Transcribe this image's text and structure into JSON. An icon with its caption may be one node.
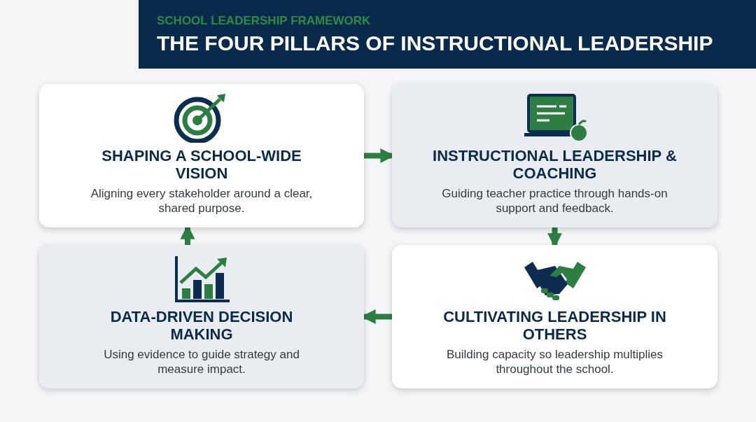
{
  "diagram": {
    "title": "THE FOUR PILLARS OF INSTRUCTIONAL LEADERSHIP",
    "nodes": [
      {
        "text": [
          "SHAPING A SCHOOL-WIDE VISION",
          "Aligning every stakeholder around a clear, shared purpose."
        ]
      },
      {
        "text": [
          "INSTRUCTIONAL LEADERSHIP & COACHING",
          "Guiding teacher practice through hands-on support and feedback."
        ]
      },
      {
        "text": [
          "DATA-DRIVEN DECISION MAKING",
          "Using evidence to guide strategy and measure impact."
        ]
      },
      {
        "text": [
          "CULTIVATING LEADERSHIP IN OTHERS",
          "Building capacity so leadership multiplies throughout the school."
        ]
      }
    ],
    "edges": [
      {
        "from": 0,
        "to": 1,
        "arrow": "to"
      },
      {
        "from": 1,
        "to": 3,
        "arrow": "to"
      },
      {
        "from": 3,
        "to": 2,
        "arrow": "to"
      },
      {
        "from": 2,
        "to": 0,
        "arrow": "to"
      }
    ],
    "labels": [
      "SCHOOL LEADERSHIP FRAMEWORK"
    ]
  }
}
